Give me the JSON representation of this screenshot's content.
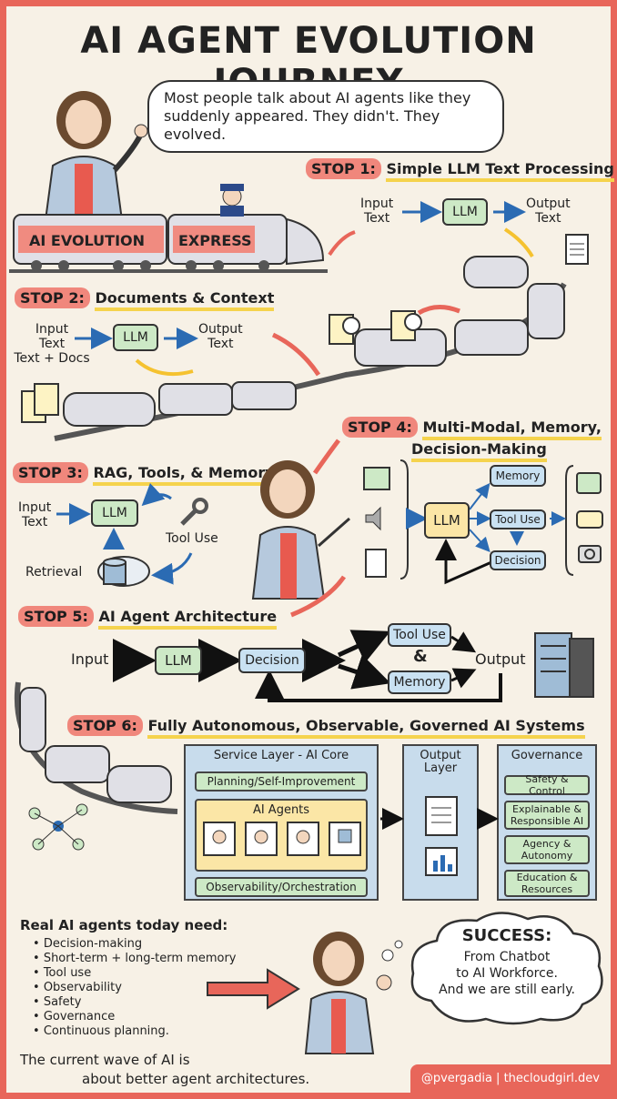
{
  "title": "AI AGENT EVOLUTION JOURNEY",
  "intro": {
    "line1": "Most people talk about AI agents like they",
    "line2": "suddenly appeared. They didn't. They evolved."
  },
  "train": {
    "car1": "AI EVOLUTION",
    "car2": "EXPRESS"
  },
  "stop1": {
    "tag": "STOP 1:",
    "text": "Simple LLM Text Processing",
    "input1": "Input",
    "input2": "Text",
    "llm": "LLM",
    "output1": "Output",
    "output2": "Text"
  },
  "stop2": {
    "tag": "STOP 2:",
    "text": "Documents & Context",
    "input1": "Input",
    "input2": "Text",
    "input3": "Text + Docs",
    "llm": "LLM",
    "output1": "Output",
    "output2": "Text"
  },
  "stop3": {
    "tag": "STOP 3:",
    "text": "RAG, Tools, & Memory",
    "input1": "Input",
    "input2": "Text",
    "llm": "LLM",
    "tool": "Tool Use",
    "retrieval": "Retrieval"
  },
  "stop4": {
    "tag": "STOP 4:",
    "text1": "Multi-Modal, Memory,",
    "text2": "Decision-Making",
    "llm": "LLM",
    "memory": "Memory",
    "tool": "Tool Use",
    "decision": "Decision"
  },
  "stop5": {
    "tag": "STOP 5:",
    "text": "AI Agent Architecture",
    "input": "Input",
    "llm": "LLM",
    "decision": "Decision",
    "tool": "Tool Use",
    "amp": "&",
    "memory": "Memory",
    "output": "Output"
  },
  "stop6": {
    "tag": "STOP 6:",
    "text": "Fully Autonomous, Observable, Governed AI Systems",
    "service_title": "Service Layer - AI Core",
    "planning": "Planning/Self-Improvement",
    "agents": "AI Agents",
    "observability": "Observability/Orchestration",
    "output_title1": "Output",
    "output_title2": "Layer",
    "gov_title": "Governance",
    "gov_items": [
      "Safety & Control",
      "Explainable & Responsible AI",
      "Agency & Autonomy",
      "Education & Resources"
    ]
  },
  "needs": {
    "heading": "Real AI agents today need:",
    "items": [
      "Decision-making",
      "Short-term + long-term memory",
      "Tool use",
      "Observability",
      "Safety",
      "Governance",
      "Continuous planning."
    ]
  },
  "success": {
    "title": "SUCCESS:",
    "line1": "From Chatbot",
    "line2": "to AI Workforce.",
    "line3": "And we are still early."
  },
  "closing": {
    "line1": "The current wave of AI is",
    "line2": "about better agent architectures."
  },
  "footer": "@pvergadia | thecloudgirl.dev",
  "colors": {
    "border": "#e8665a",
    "tag": "#f0877c",
    "underline": "#f5d34d",
    "llm_green": "#cde9c6",
    "box_blue": "#c9e1f2",
    "background": "#f7f1e6"
  }
}
